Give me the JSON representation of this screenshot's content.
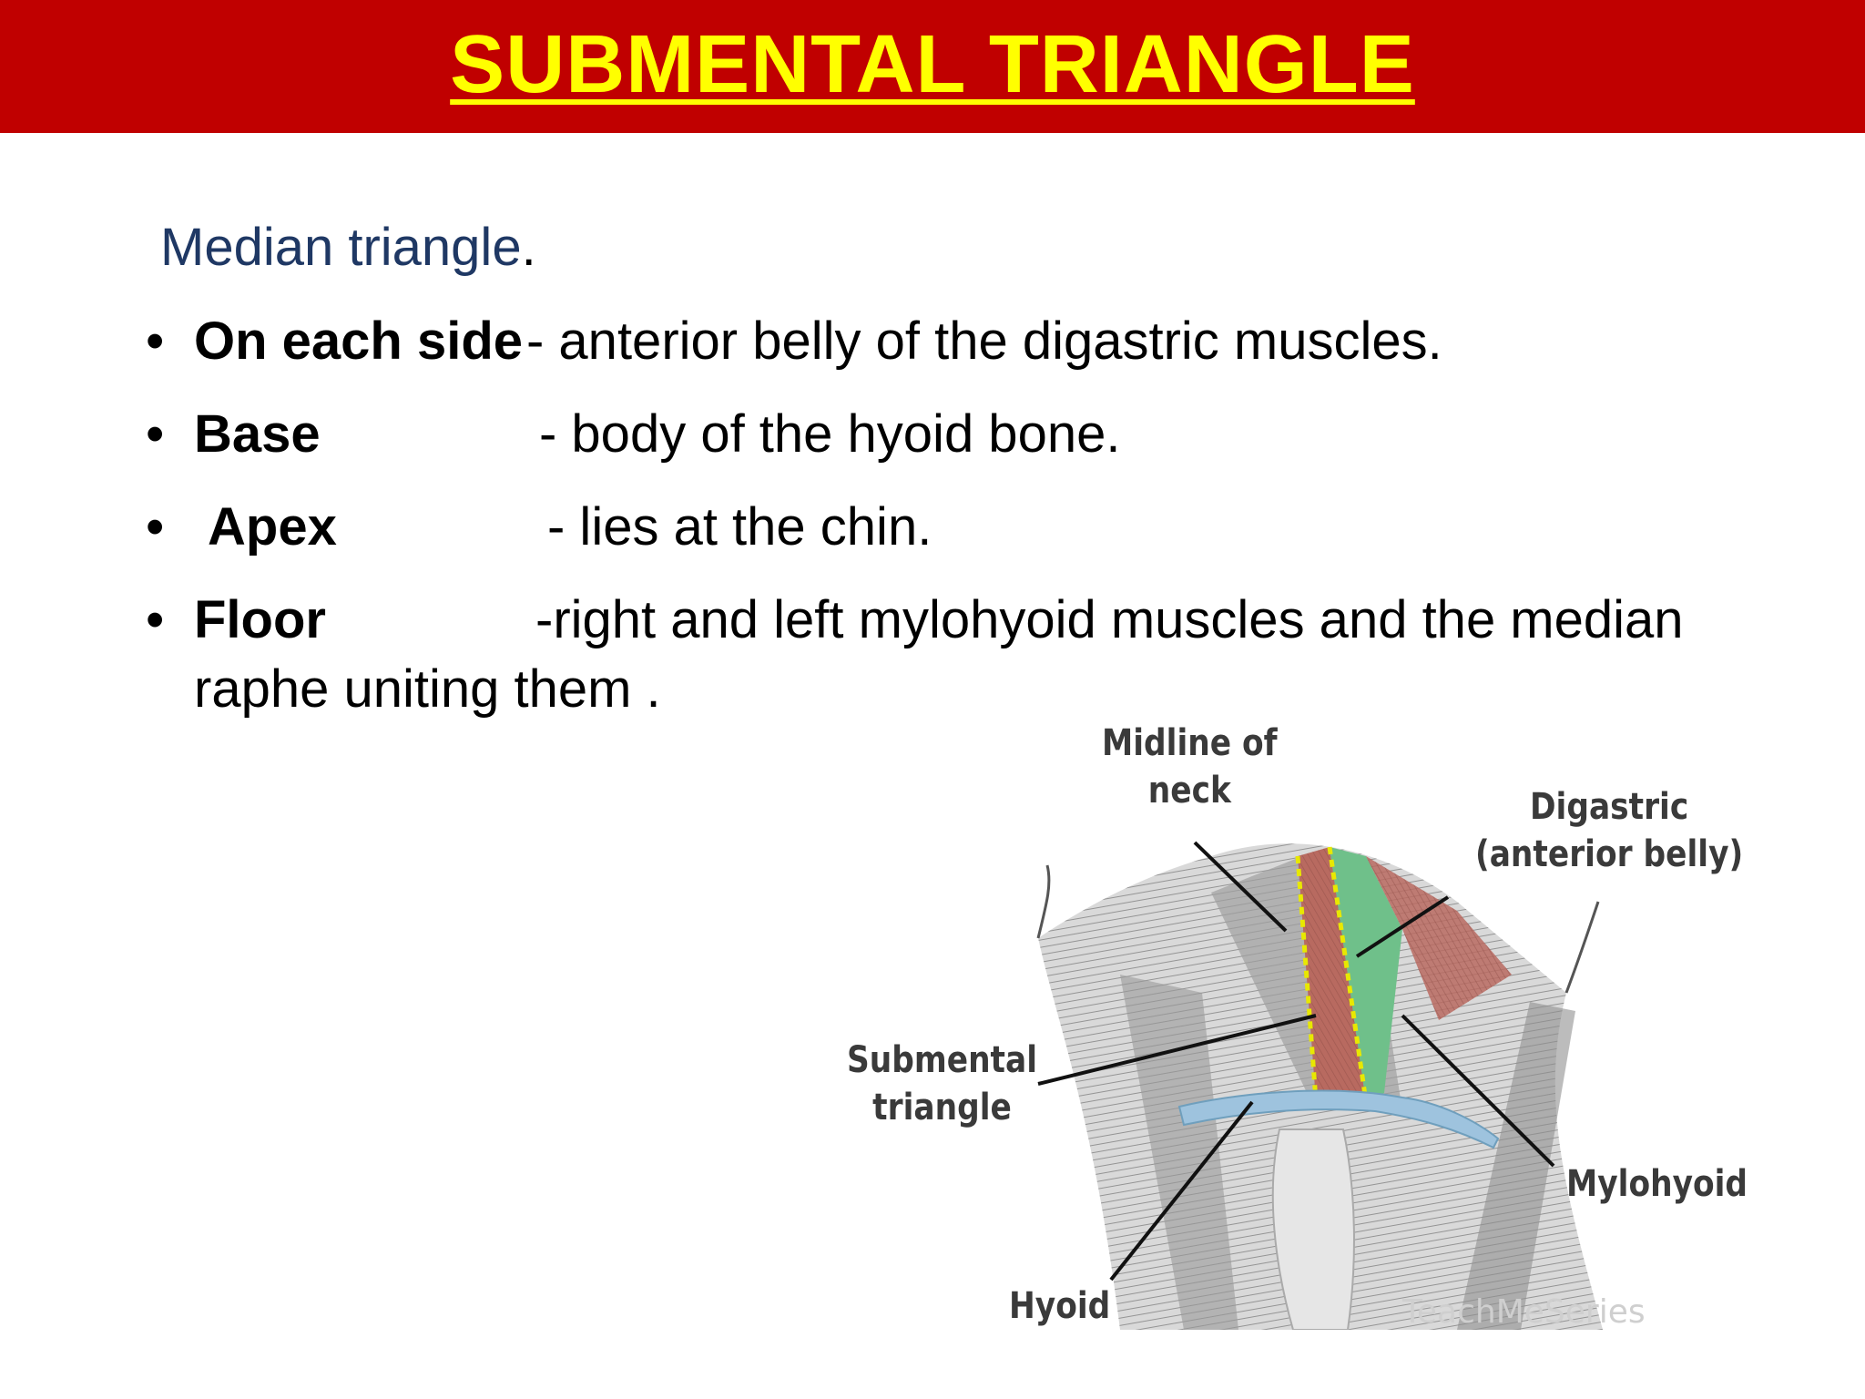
{
  "title": "SUBMENTAL TRIANGLE",
  "subtitle": "Median triangle",
  "subtitle_end": ".",
  "bullets": [
    {
      "term": "On each side",
      "desc": "- anterior belly of the digastric muscles."
    },
    {
      "term": "Base",
      "desc": "- body of the hyoid bone."
    },
    {
      "term": "Apex",
      "desc": "- lies at the chin."
    },
    {
      "term": "Floor",
      "desc": "-right and left mylohyoid muscles and the median"
    }
  ],
  "bullet_continuation": "raphe uniting them .",
  "bullet_mark": "•",
  "figure": {
    "labels": {
      "midline": "Midline of\nneck",
      "digastric": "Digastric\n(anterior belly)",
      "submental": "Submental\ntriangle",
      "mylohyoid": "Mylohyoid",
      "hyoid": "Hyoid"
    },
    "watermark": "TeachMeSeries"
  },
  "colors": {
    "title_bar": "#c00000",
    "title_text": "#ffff00",
    "subtitle_text": "#1f3864",
    "triangle_fill": "#b86a60",
    "digastric_fill": "#6fc08a",
    "hyoid_fill": "#9ec3de"
  }
}
